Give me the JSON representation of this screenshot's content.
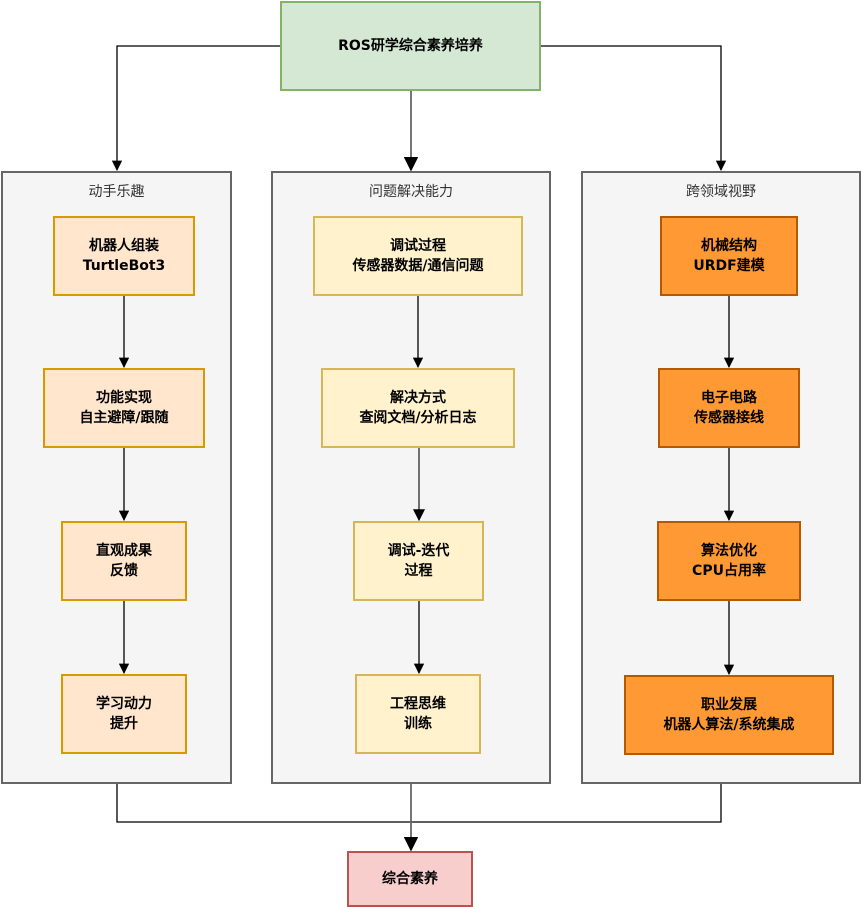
{
  "root": {
    "label": "ROS研学综合素养培养"
  },
  "groups": [
    {
      "title": "动手乐趣",
      "nodes": [
        {
          "line1": "机器人组装",
          "line2": "TurtleBot3"
        },
        {
          "line1": "功能实现",
          "line2": "自主避障/跟随"
        },
        {
          "line1": "直观成果",
          "line2": "反馈"
        },
        {
          "line1": "学习动力",
          "line2": "提升"
        }
      ]
    },
    {
      "title": "问题解决能力",
      "nodes": [
        {
          "line1": "调试过程",
          "line2": "传感器数据/通信问题"
        },
        {
          "line1": "解决方式",
          "line2": "查阅文档/分析日志"
        },
        {
          "line1": "调试-迭代",
          "line2": "过程"
        },
        {
          "line1": "工程思维",
          "line2": "训练"
        }
      ]
    },
    {
      "title": "跨领域视野",
      "nodes": [
        {
          "line1": "机械结构",
          "line2": "URDF建模"
        },
        {
          "line1": "电子电路",
          "line2": "传感器接线"
        },
        {
          "line1": "算法优化",
          "line2": "CPU占用率"
        },
        {
          "line1": "职业发展",
          "line2": "机器人算法/系统集成"
        }
      ]
    }
  ],
  "result": {
    "label": "综合素养"
  },
  "colors": {
    "root_fill": "#d5e8d4",
    "root_stroke": "#82b366",
    "group_fill": "#f5f5f5",
    "group_stroke": "#666666",
    "peach_fill": "#ffe6cc",
    "peach_stroke": "#d79b00",
    "yellow_fill": "#fff2cc",
    "yellow_stroke": "#d6b656",
    "orange_fill": "#ff9933",
    "orange_stroke": "#b35900",
    "result_fill": "#f8cecc",
    "result_stroke": "#b85450"
  }
}
